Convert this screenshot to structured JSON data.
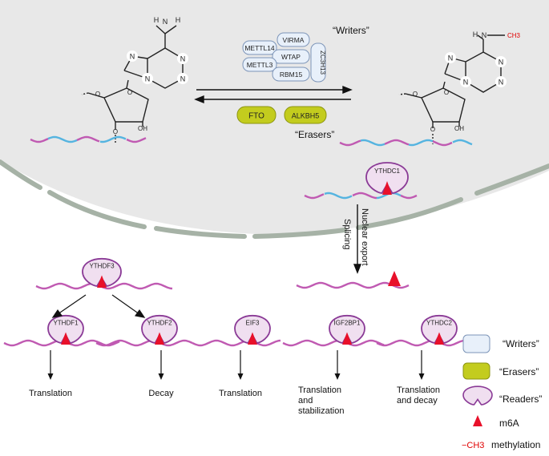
{
  "writers": {
    "heading": "“Writers”",
    "proteins": [
      "METTL14",
      "VIRMA",
      "WTAP",
      "METTL3",
      "RBM15",
      "ZC3H13"
    ]
  },
  "erasers": {
    "heading": "“Erasers”",
    "proteins": [
      "FTO",
      "ALKBH5"
    ]
  },
  "nucleoside": {
    "amine_h1": "H",
    "amine_n": "N",
    "amine_h2": "H",
    "methyl": "CH3",
    "ring_n": [
      "N",
      "N",
      "N",
      "N"
    ],
    "oh": "OH",
    "ring_o": "O",
    "bond_o": "O"
  },
  "nuclear": {
    "reader": "YTHDC1",
    "export_label": "Nuclear export",
    "splicing_label": "Splicing"
  },
  "readers": [
    {
      "name": "YTHDF3"
    },
    {
      "name": "YTHDF1",
      "outcome": "Translation"
    },
    {
      "name": "YTHDF2",
      "outcome": "Decay"
    },
    {
      "name": "EIF3",
      "outcome": "Translation"
    },
    {
      "name": "IGF2BP1",
      "outcome": "Translation\nand\nstabilization"
    },
    {
      "name": "YTHDC2",
      "outcome": "Translation\nand decay"
    }
  ],
  "legend": {
    "writers": "“Writers”",
    "erasers": "“Erasers”",
    "readers": "“Readers”",
    "m6a": "m6A",
    "methylation_symbol": "−CH3",
    "methylation": "methylation"
  },
  "colors": {
    "nucleus": "#e8e8e8",
    "membrane": "#a6b2a6",
    "writer_fill": "#e8f0fa",
    "writer_stroke": "#7d95b8",
    "eraser_fill": "#c3cc1e",
    "eraser_stroke": "#8b9410",
    "reader_fill": "#f0dff0",
    "reader_stroke": "#8a3a96",
    "m6a": "#e8102a",
    "rna_pink": "#c05ab2",
    "rna_blue": "#55b4e0",
    "methyl": "#e00000"
  }
}
